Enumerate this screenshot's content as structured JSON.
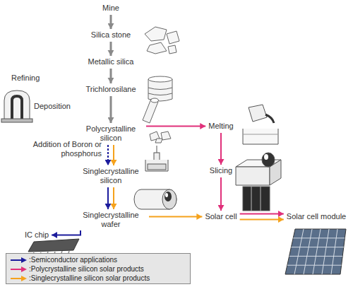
{
  "diagram": {
    "nodes": [
      {
        "text": [
          "Mine"
        ]
      },
      {
        "text": [
          "Silica stone"
        ]
      },
      {
        "text": [
          "Metallic silica"
        ]
      },
      {
        "text": [
          "Trichlorosilane"
        ]
      },
      {
        "text": [
          "Polycrystalline silicon"
        ]
      },
      {
        "text": [
          "Melting"
        ]
      },
      {
        "text": [
          "Singlecrystalline silicon"
        ]
      },
      {
        "text": [
          "Slicing"
        ]
      },
      {
        "text": [
          "Singlecrystalline wafer"
        ]
      },
      {
        "text": [
          "IC chip"
        ]
      },
      {
        "text": [
          "Solar cell"
        ]
      },
      {
        "text": [
          "Solar cell module"
        ]
      }
    ],
    "edges": [
      {
        "from": 0,
        "to": 1,
        "arrow": "to"
      },
      {
        "from": 1,
        "to": 2,
        "arrow": "to"
      },
      {
        "from": 2,
        "to": 3,
        "arrow": "to"
      },
      {
        "from": 3,
        "to": 4,
        "arrow": "to"
      },
      {
        "from": 4,
        "to": 6,
        "arrow": "to"
      },
      {
        "from": 4,
        "to": 6,
        "arrow": "to"
      },
      {
        "from": 6,
        "to": 8,
        "arrow": "to"
      },
      {
        "from": 6,
        "to": 8,
        "arrow": "to"
      },
      {
        "from": 8,
        "to": 9,
        "arrow": "to"
      },
      {
        "from": 4,
        "to": 5,
        "arrow": "to"
      },
      {
        "from": 5,
        "to": 7,
        "arrow": "to"
      },
      {
        "from": 7,
        "to": 10,
        "arrow": "to"
      },
      {
        "from": 8,
        "to": 10,
        "arrow": "to"
      },
      {
        "from": 10,
        "to": 11,
        "arrow": "to"
      },
      {
        "from": 10,
        "to": 11,
        "arrow": "to"
      }
    ],
    "labels": [
      "Refining",
      "Deposition",
      "Addition of Boron or phosphorus"
    ],
    "legend": [
      {
        "text": ":Semiconductor applications"
      },
      {
        "text": ":Polycrystalline silicon solar products"
      },
      {
        "text": ":Singlecrystalline silicon solar products"
      }
    ]
  }
}
